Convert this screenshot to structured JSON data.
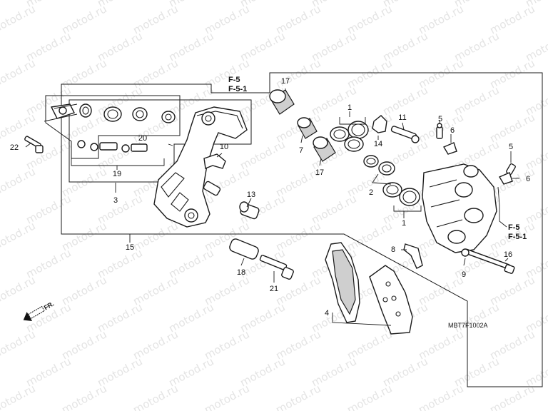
{
  "watermark": "motod.ru",
  "diagram_code": "MBT7F1002A",
  "front_label": "FR.",
  "references": {
    "top": [
      "F-5",
      "F-5-1"
    ],
    "right": [
      "F-5",
      "F-5-1"
    ]
  },
  "callouts": {
    "c1a": "1",
    "c1b": "1",
    "c2": "2",
    "c3": "3",
    "c4": "4",
    "c5a": "5",
    "c5b": "5",
    "c6a": "6",
    "c6b": "6",
    "c7": "7",
    "c8": "8",
    "c9": "9",
    "c10": "10",
    "c11": "11",
    "c13": "13",
    "c14": "14",
    "c15": "15",
    "c16": "16",
    "c17a": "17",
    "c17b": "17",
    "c18": "18",
    "c19": "19",
    "c20": "20",
    "c21": "21",
    "c22": "22"
  }
}
